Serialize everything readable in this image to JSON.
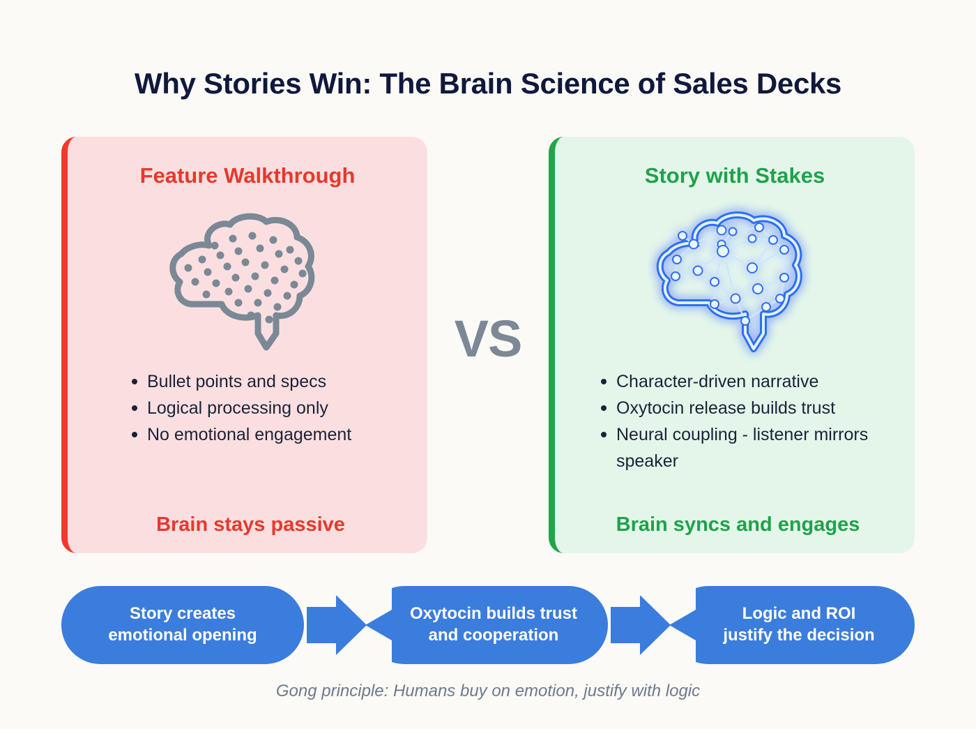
{
  "page": {
    "title": "Why Stories Win: The Brain Science of Sales Decks",
    "background_color": "#fbfaf7",
    "title_color": "#10183d"
  },
  "vs_divider": {
    "label": "VS",
    "color": "#7c8896"
  },
  "cards": {
    "left": {
      "heading": "Feature Walkthrough",
      "accent_color": "#e8382e",
      "background_color": "#fbdfe0",
      "border_color": "#f0392b",
      "icon": "passive-brain-icon",
      "bullets": [
        "Bullet points and specs",
        "Logical processing only",
        "No emotional engagement"
      ],
      "footnote": "Brain stays passive"
    },
    "right": {
      "heading": "Story with Stakes",
      "accent_color": "#1fa24c",
      "background_color": "#e4f6ea",
      "border_color": "#1fa64a",
      "icon": "network-brain-icon",
      "bullets": [
        "Character-driven narrative",
        "Oxytocin release builds trust",
        "Neural coupling - listener mirrors speaker"
      ],
      "footnote": "Brain syncs and engages"
    }
  },
  "flow": {
    "chip_color": "#3b7ddd",
    "steps": [
      {
        "line1": "Story creates",
        "line2": "emotional opening"
      },
      {
        "line1": "Oxytocin builds trust",
        "line2": "and cooperation"
      },
      {
        "line1": "Logic and ROI",
        "line2": "justify the decision"
      }
    ]
  },
  "footer": {
    "note": "Gong principle: Humans buy on emotion, justify with logic"
  }
}
